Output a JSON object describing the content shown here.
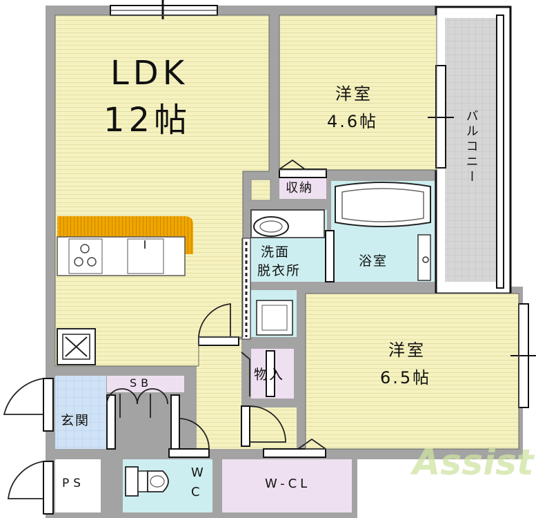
{
  "rooms": {
    "ldk_name": "LDK",
    "ldk_size": "12帖",
    "bedroom1_name": "洋室",
    "bedroom1_size": "4.6帖",
    "bedroom2_name": "洋室",
    "bedroom2_size": "6.5帖",
    "balcony": "バルコニー",
    "storage": "収納",
    "bath": "浴室",
    "washroom_line1": "洗面",
    "washroom_line2": "脱衣所",
    "closet": "物入",
    "shoebox": "SB",
    "entrance": "玄関",
    "pipe_space": "PS",
    "toilet_w": "W",
    "toilet_c": "C",
    "walk_in_closet": "W-CL"
  },
  "watermark": "Assist",
  "colors": {
    "floor_wood": "#f5f2c0",
    "wall": "#a3a3a3",
    "wet_area": "#cdeef0",
    "storage": "#eee0f0",
    "entrance_tile": "#cfe2f6",
    "balcony": "#d6d6d6",
    "kitchen_counter": "#f0a500",
    "watermark": "#c5dc8a"
  }
}
